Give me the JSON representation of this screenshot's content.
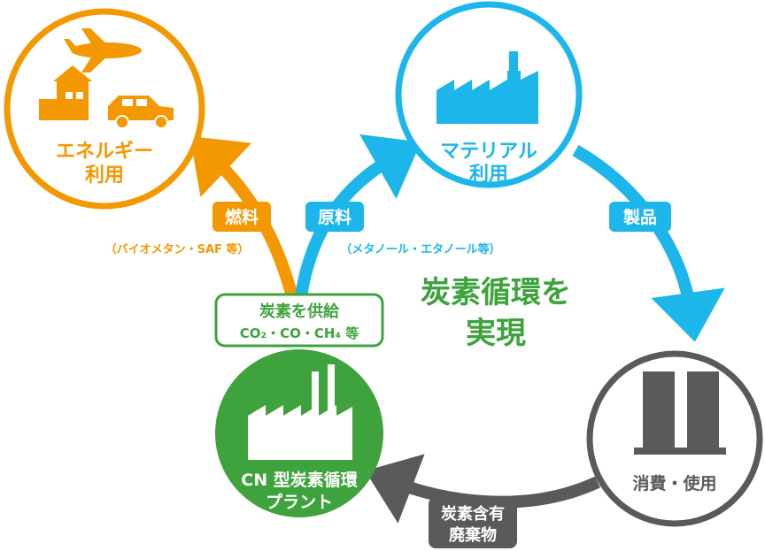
{
  "energy": {
    "line1": "エネルギー",
    "line2": "利用",
    "color": "#F39800"
  },
  "material": {
    "line1": "マテリアル",
    "line2": "利用",
    "color": "#1CB6EA"
  },
  "consumption": {
    "label": "消費・使用",
    "color": "#5A5A5A"
  },
  "plant": {
    "line1": "CN 型炭素循環",
    "line2": "プラント",
    "color": "#3EA33C"
  },
  "supply": {
    "line1": "炭素を供給",
    "line2": "CO₂・CO・CH₄ 等"
  },
  "fuel": {
    "tag": "燃料",
    "note": "（バイオメタン・SAF 等）"
  },
  "feedstock": {
    "tag": "原料",
    "note": "（メタノール・エタノール等）"
  },
  "product": {
    "tag": "製品"
  },
  "waste": {
    "line1": "炭素含有",
    "line2": "廃棄物"
  },
  "center": {
    "line1": "炭素循環を",
    "line2": "実現",
    "color": "#3EA33C"
  }
}
